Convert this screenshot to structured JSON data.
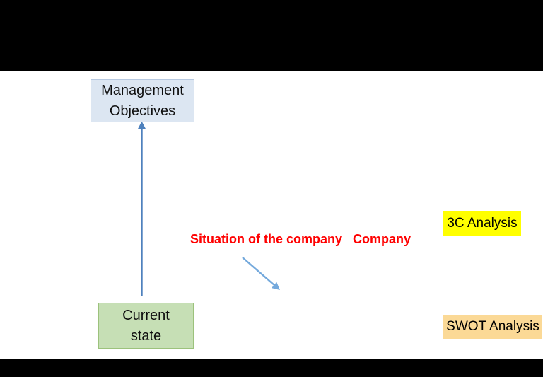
{
  "page": {
    "background": "#FFFFFF",
    "letterbox_color": "#000000"
  },
  "boxes": {
    "management_objectives": {
      "label": "Management\nObjectives",
      "fill": "#DCE6F2",
      "border": "#B7C9E1",
      "text_color": "#0F0F0F"
    },
    "current_state": {
      "label": "Current\nstate",
      "fill": "#C6DFB5",
      "border": "#9CC27C",
      "text_color": "#0F0F0F"
    },
    "three_c_analysis": {
      "label": "3C Analysis",
      "fill": "#FFFF00",
      "text_color": "#000000"
    },
    "swot_analysis": {
      "label": "SWOT Analysis",
      "fill": "#FBD996",
      "text_color": "#000000"
    }
  },
  "annotations": {
    "situation_label": {
      "text": "Situation of the company",
      "color": "#FF0000"
    },
    "company_label": {
      "text": "Company",
      "color": "#FF0000"
    }
  },
  "arrows": {
    "up_arrow_color": "#4E81BD",
    "diagonal_arrow_color": "#74A9DC"
  }
}
